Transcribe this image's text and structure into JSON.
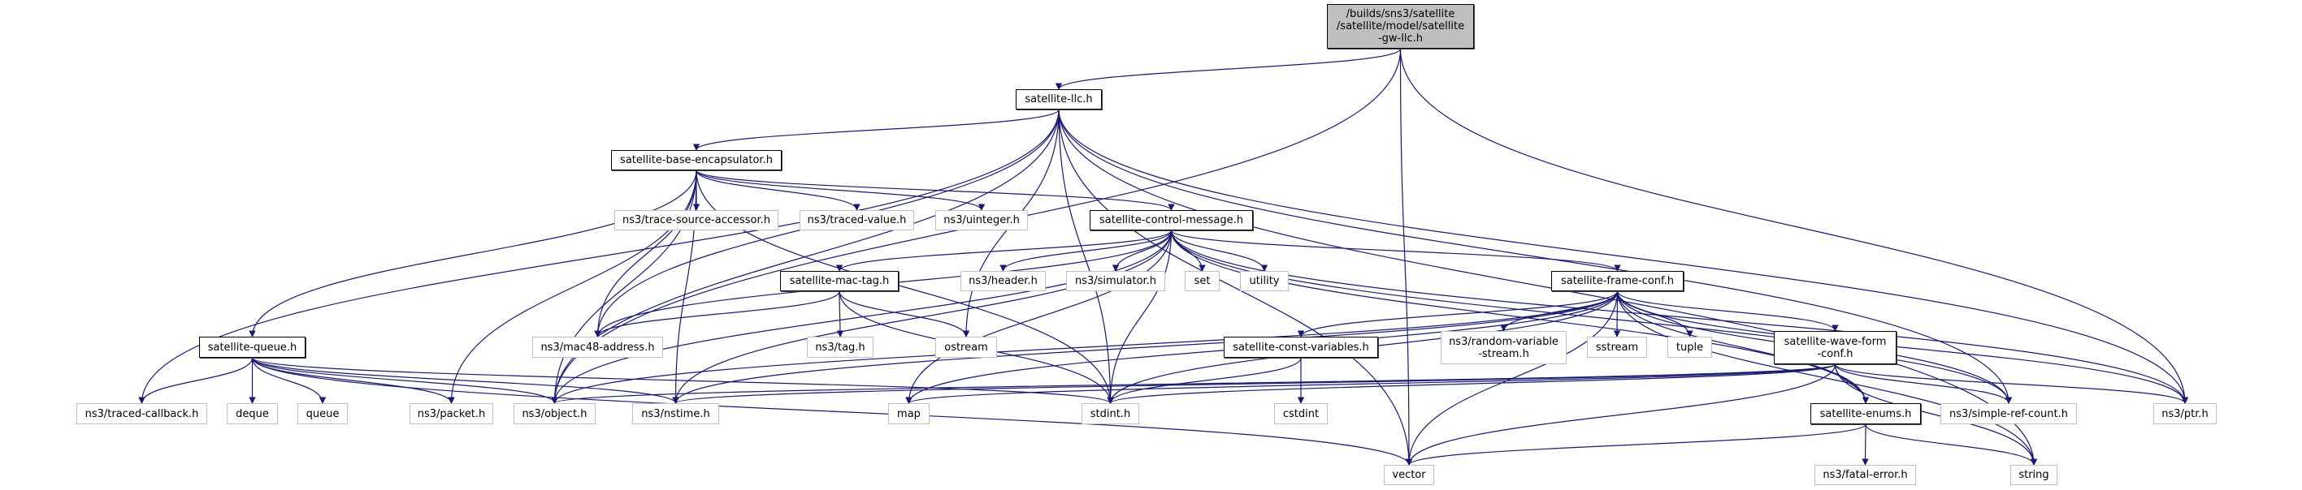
{
  "colors": {
    "edge": "#191970",
    "root_fill": "#bfbfbf",
    "external_border": "#bfbfbf",
    "local_border": "#000000"
  },
  "nodes": [
    {
      "id": "root",
      "label": "/builds/sns3/satellite\n/satellite/model/satellite\n-gw-llc.h",
      "kind": "root"
    },
    {
      "id": "llc",
      "label": "satellite-llc.h",
      "kind": "local"
    },
    {
      "id": "baseenc",
      "label": "satellite-base-encapsulator.h",
      "kind": "local"
    },
    {
      "id": "tsa",
      "label": "ns3/trace-source-accessor.h",
      "kind": "ext"
    },
    {
      "id": "tval",
      "label": "ns3/traced-value.h",
      "kind": "ext"
    },
    {
      "id": "uint",
      "label": "ns3/uinteger.h",
      "kind": "ext"
    },
    {
      "id": "ctrl",
      "label": "satellite-control-message.h",
      "kind": "local"
    },
    {
      "id": "mactag",
      "label": "satellite-mac-tag.h",
      "kind": "local"
    },
    {
      "id": "header",
      "label": "ns3/header.h",
      "kind": "ext"
    },
    {
      "id": "sim",
      "label": "ns3/simulator.h",
      "kind": "ext"
    },
    {
      "id": "set",
      "label": "set",
      "kind": "ext"
    },
    {
      "id": "utility",
      "label": "utility",
      "kind": "ext"
    },
    {
      "id": "frame",
      "label": "satellite-frame-conf.h",
      "kind": "local"
    },
    {
      "id": "squeue",
      "label": "satellite-queue.h",
      "kind": "local"
    },
    {
      "id": "mac48",
      "label": "ns3/mac48-address.h",
      "kind": "ext"
    },
    {
      "id": "tag",
      "label": "ns3/tag.h",
      "kind": "ext"
    },
    {
      "id": "ostream",
      "label": "ostream",
      "kind": "ext"
    },
    {
      "id": "constv",
      "label": "satellite-const-variables.h",
      "kind": "local"
    },
    {
      "id": "rvs",
      "label": "ns3/random-variable\n-stream.h",
      "kind": "ext"
    },
    {
      "id": "sstream",
      "label": "sstream",
      "kind": "ext"
    },
    {
      "id": "tuple",
      "label": "tuple",
      "kind": "ext"
    },
    {
      "id": "wave",
      "label": "satellite-wave-form\n-conf.h",
      "kind": "local"
    },
    {
      "id": "tcb",
      "label": "ns3/traced-callback.h",
      "kind": "ext"
    },
    {
      "id": "deque",
      "label": "deque",
      "kind": "ext"
    },
    {
      "id": "queue",
      "label": "queue",
      "kind": "ext"
    },
    {
      "id": "packet",
      "label": "ns3/packet.h",
      "kind": "ext"
    },
    {
      "id": "object",
      "label": "ns3/object.h",
      "kind": "ext"
    },
    {
      "id": "nstime",
      "label": "ns3/nstime.h",
      "kind": "ext"
    },
    {
      "id": "map",
      "label": "map",
      "kind": "ext"
    },
    {
      "id": "stdint",
      "label": "stdint.h",
      "kind": "ext"
    },
    {
      "id": "cstdint",
      "label": "cstdint",
      "kind": "ext"
    },
    {
      "id": "enums",
      "label": "satellite-enums.h",
      "kind": "local"
    },
    {
      "id": "src",
      "label": "ns3/simple-ref-count.h",
      "kind": "ext"
    },
    {
      "id": "ptr",
      "label": "ns3/ptr.h",
      "kind": "ext"
    },
    {
      "id": "vector",
      "label": "vector",
      "kind": "ext"
    },
    {
      "id": "fatal",
      "label": "ns3/fatal-error.h",
      "kind": "ext"
    },
    {
      "id": "string",
      "label": "string",
      "kind": "ext"
    }
  ],
  "edges": [
    [
      "root",
      "llc"
    ],
    [
      "root",
      "vector"
    ],
    [
      "root",
      "ptr"
    ],
    [
      "root",
      "object"
    ],
    [
      "llc",
      "baseenc"
    ],
    [
      "llc",
      "tcb"
    ],
    [
      "llc",
      "vector"
    ],
    [
      "llc",
      "object"
    ],
    [
      "llc",
      "mac48"
    ],
    [
      "llc",
      "ptr"
    ],
    [
      "llc",
      "src"
    ],
    [
      "llc",
      "string"
    ],
    [
      "llc",
      "stdint"
    ],
    [
      "llc",
      "ostream"
    ],
    [
      "baseenc",
      "tsa"
    ],
    [
      "baseenc",
      "tval"
    ],
    [
      "baseenc",
      "uint"
    ],
    [
      "baseenc",
      "ctrl"
    ],
    [
      "baseenc",
      "squeue"
    ],
    [
      "baseenc",
      "packet"
    ],
    [
      "baseenc",
      "object"
    ],
    [
      "baseenc",
      "mac48"
    ],
    [
      "baseenc",
      "nstime"
    ],
    [
      "baseenc",
      "stdint"
    ],
    [
      "ctrl",
      "mactag"
    ],
    [
      "ctrl",
      "header"
    ],
    [
      "ctrl",
      "sim"
    ],
    [
      "ctrl",
      "set"
    ],
    [
      "ctrl",
      "utility"
    ],
    [
      "ctrl",
      "frame"
    ],
    [
      "ctrl",
      "mac48"
    ],
    [
      "ctrl",
      "object"
    ],
    [
      "ctrl",
      "nstime"
    ],
    [
      "ctrl",
      "map"
    ],
    [
      "ctrl",
      "stdint"
    ],
    [
      "ctrl",
      "enums"
    ],
    [
      "ctrl",
      "src"
    ],
    [
      "ctrl",
      "ptr"
    ],
    [
      "mactag",
      "mac48"
    ],
    [
      "mactag",
      "tag"
    ],
    [
      "mactag",
      "ostream"
    ],
    [
      "mactag",
      "stdint"
    ],
    [
      "squeue",
      "tcb"
    ],
    [
      "squeue",
      "deque"
    ],
    [
      "squeue",
      "queue"
    ],
    [
      "squeue",
      "packet"
    ],
    [
      "squeue",
      "object"
    ],
    [
      "squeue",
      "nstime"
    ],
    [
      "squeue",
      "vector"
    ],
    [
      "squeue",
      "stdint"
    ],
    [
      "frame",
      "constv"
    ],
    [
      "frame",
      "rvs"
    ],
    [
      "frame",
      "sstream"
    ],
    [
      "frame",
      "tuple"
    ],
    [
      "frame",
      "wave"
    ],
    [
      "frame",
      "vector"
    ],
    [
      "frame",
      "map"
    ],
    [
      "frame",
      "stdint"
    ],
    [
      "frame",
      "enums"
    ],
    [
      "frame",
      "src"
    ],
    [
      "frame",
      "ptr"
    ],
    [
      "frame",
      "string"
    ],
    [
      "frame",
      "object"
    ],
    [
      "frame",
      "nstime"
    ],
    [
      "constv",
      "stdint"
    ],
    [
      "constv",
      "cstdint"
    ],
    [
      "wave",
      "enums"
    ],
    [
      "wave",
      "src"
    ],
    [
      "wave",
      "ptr"
    ],
    [
      "wave",
      "vector"
    ],
    [
      "wave",
      "string"
    ],
    [
      "wave",
      "stdint"
    ],
    [
      "wave",
      "map"
    ],
    [
      "wave",
      "object"
    ],
    [
      "wave",
      "nstime"
    ],
    [
      "enums",
      "vector"
    ],
    [
      "enums",
      "string"
    ],
    [
      "enums",
      "fatal"
    ]
  ]
}
